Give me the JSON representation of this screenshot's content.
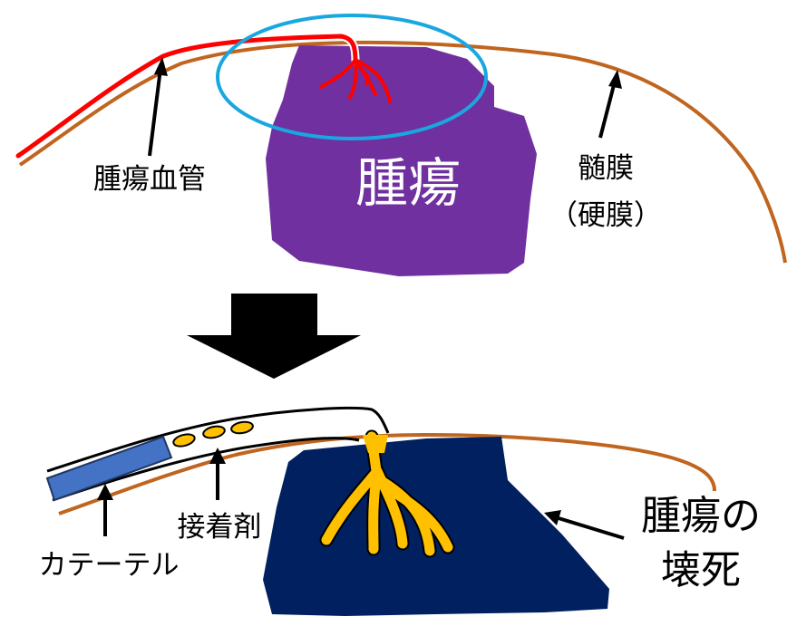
{
  "labels": {
    "tumor_vessel": "腫瘍血管",
    "tumor": "腫瘍",
    "dura_line1": "髄膜",
    "dura_line2": "（硬膜）",
    "adhesive": "接着剤",
    "catheter": "カテーテル",
    "necrosis_line1": "腫瘍の",
    "necrosis_line2": "壊死"
  },
  "colors": {
    "membrane": "#c0651f",
    "vessel": "#ff0000",
    "tumor": "#7030a0",
    "highlight_ellipse": "#1aa7e0",
    "necrotic_tumor": "#002060",
    "adhesive": "#ffc000",
    "catheter": "#4472c4",
    "arrow": "#000000"
  }
}
